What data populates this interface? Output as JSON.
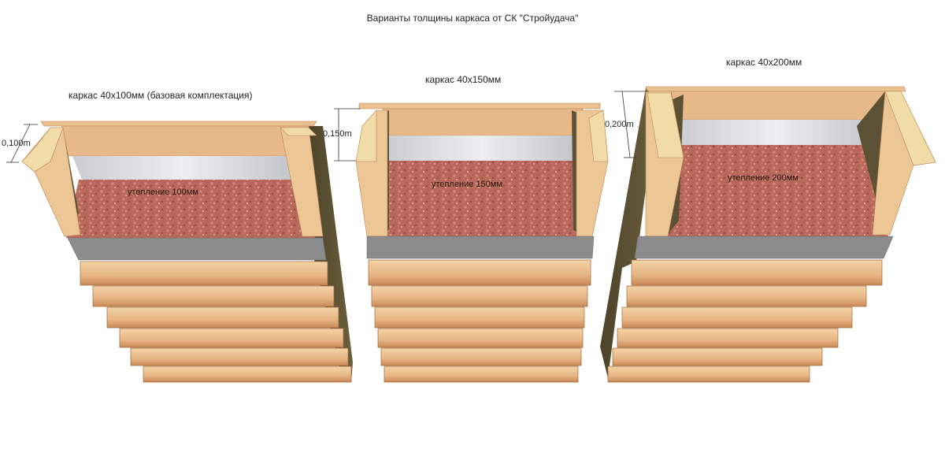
{
  "title": "Варианты толщины каркаса от СК \"Стройудача\"",
  "colors": {
    "pine_light": "#eec99a",
    "pine_mid": "#e2ad78",
    "pine_dark": "#c98a55",
    "end_grain": "#f1dca8",
    "dark_side": "#5e5334",
    "membrane_grey": "#8b8b8b",
    "vapor_white": "#d4d7db",
    "insulation": "#b86a5c"
  },
  "variants": [
    {
      "frame_label": "каркас 40х100мм (базовая комплектация)",
      "dimension": "0,100m",
      "insulation": "утепление 100мм"
    },
    {
      "frame_label": "каркас 40х150мм",
      "dimension": "0,150m",
      "insulation": "утепление 150мм"
    },
    {
      "frame_label": "каркас 40х200мм",
      "dimension": "0,200m",
      "insulation": "утепление 200мм"
    }
  ]
}
